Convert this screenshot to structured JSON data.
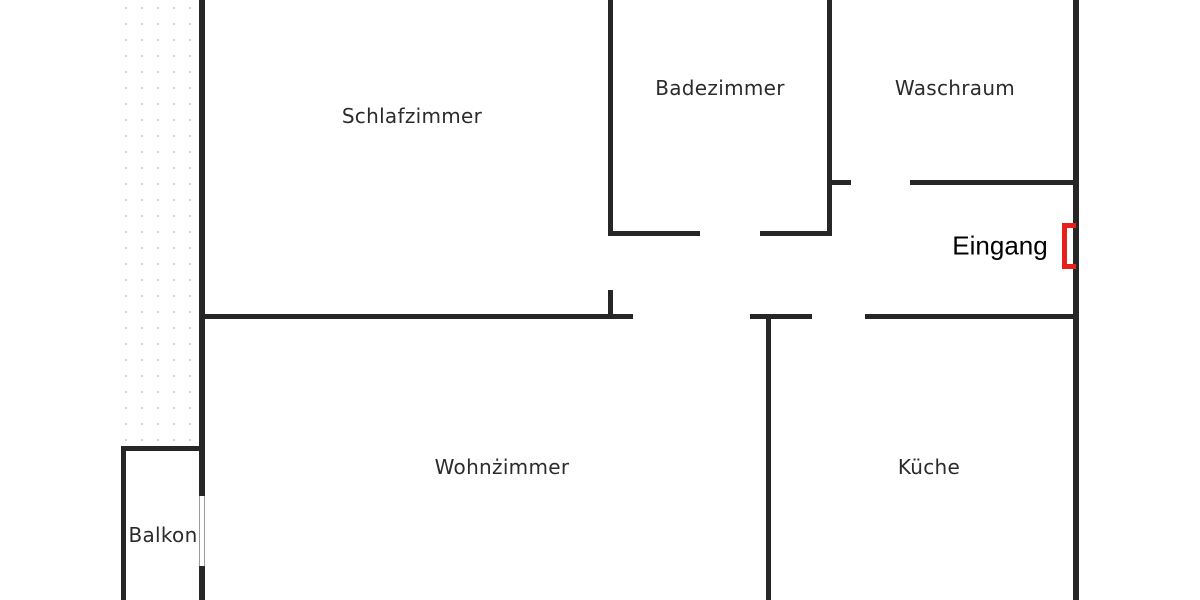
{
  "floorplan": {
    "rooms": {
      "schlafzimmer": "Schlafzimmer",
      "badezimmer": "Badezimmer",
      "waschraum": "Waschraum",
      "wohnzimmer": "Wohnżimmer",
      "kueche": "Küche",
      "balkon": "Balkon"
    },
    "entrance": {
      "label": "Eingang",
      "marker_color": "#e8201c"
    },
    "wall_color": "#262626"
  }
}
